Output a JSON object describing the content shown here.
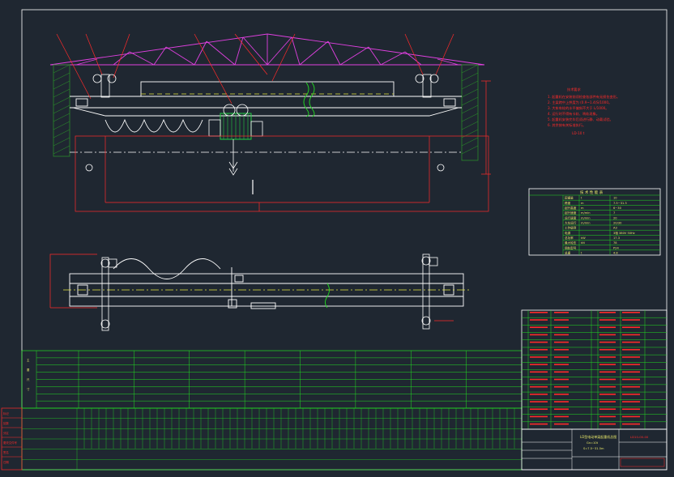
{
  "drawing": {
    "title_block_name": "LD型电动单梁起重机总图",
    "title_block_sub": "Gn=10t",
    "title_block_sub2": "S=7.5~31.5m",
    "drawing_number": "LD10-00-00",
    "tech_requirements_title": "技术要求",
    "tech_requirements": [
      "1. 起重机在安装前须检查各部件有无损伤变形。",
      "2. 主梁跨中上拱度为 (0.9~1.4)S/1000。",
      "3. 大车车轮的水平偏斜不大于 L/1000。",
      "4. 运行时不得有卡轨、啃轨现象。",
      "5. 起重机安装完毕后须进行静、动载试验。",
      "6. 其余按有关标准执行。"
    ],
    "tech_footer": "LD-10 t"
  },
  "colors": {
    "background": "#1f2731",
    "border": "#ffffff",
    "structure": "#ffffff",
    "roof_truss": "#e040e0",
    "dimension": "#ff2a2a",
    "table_lines": "#22dd22",
    "table_text": "#e8e86a",
    "motor": "#22cc44",
    "hatch": "#2a8a2a",
    "center_line": "#e8e840"
  },
  "params_table": {
    "header": "技 术 性 能 表",
    "rows": [
      [
        "起重量",
        "t",
        "10"
      ],
      [
        "跨度",
        "m",
        "7.5~31.5"
      ],
      [
        "起升高度",
        "m",
        "6~30"
      ],
      [
        "起升速度",
        "m/min",
        "7"
      ],
      [
        "运行速度",
        "m/min",
        "20"
      ],
      [
        "大车运行",
        "m/min",
        "20/30"
      ],
      [
        "工作级别",
        "",
        "A3"
      ],
      [
        "电源",
        "",
        "3相 380V 50Hz"
      ],
      [
        "总功率",
        "kW",
        "17.3"
      ],
      [
        "最大轮压",
        "kN",
        "78"
      ],
      [
        "钢轨型号",
        "",
        "P24"
      ],
      [
        "总重",
        "t",
        "4.8"
      ]
    ]
  },
  "dims_table": {
    "side_label": "主 要 尺 寸",
    "rows": 8,
    "cols": 8
  },
  "bom_table": {
    "rows": 16
  },
  "revision_block": {
    "labels": [
      "标记",
      "处数",
      "分区",
      "更改文件号",
      "签名",
      "日期"
    ]
  }
}
